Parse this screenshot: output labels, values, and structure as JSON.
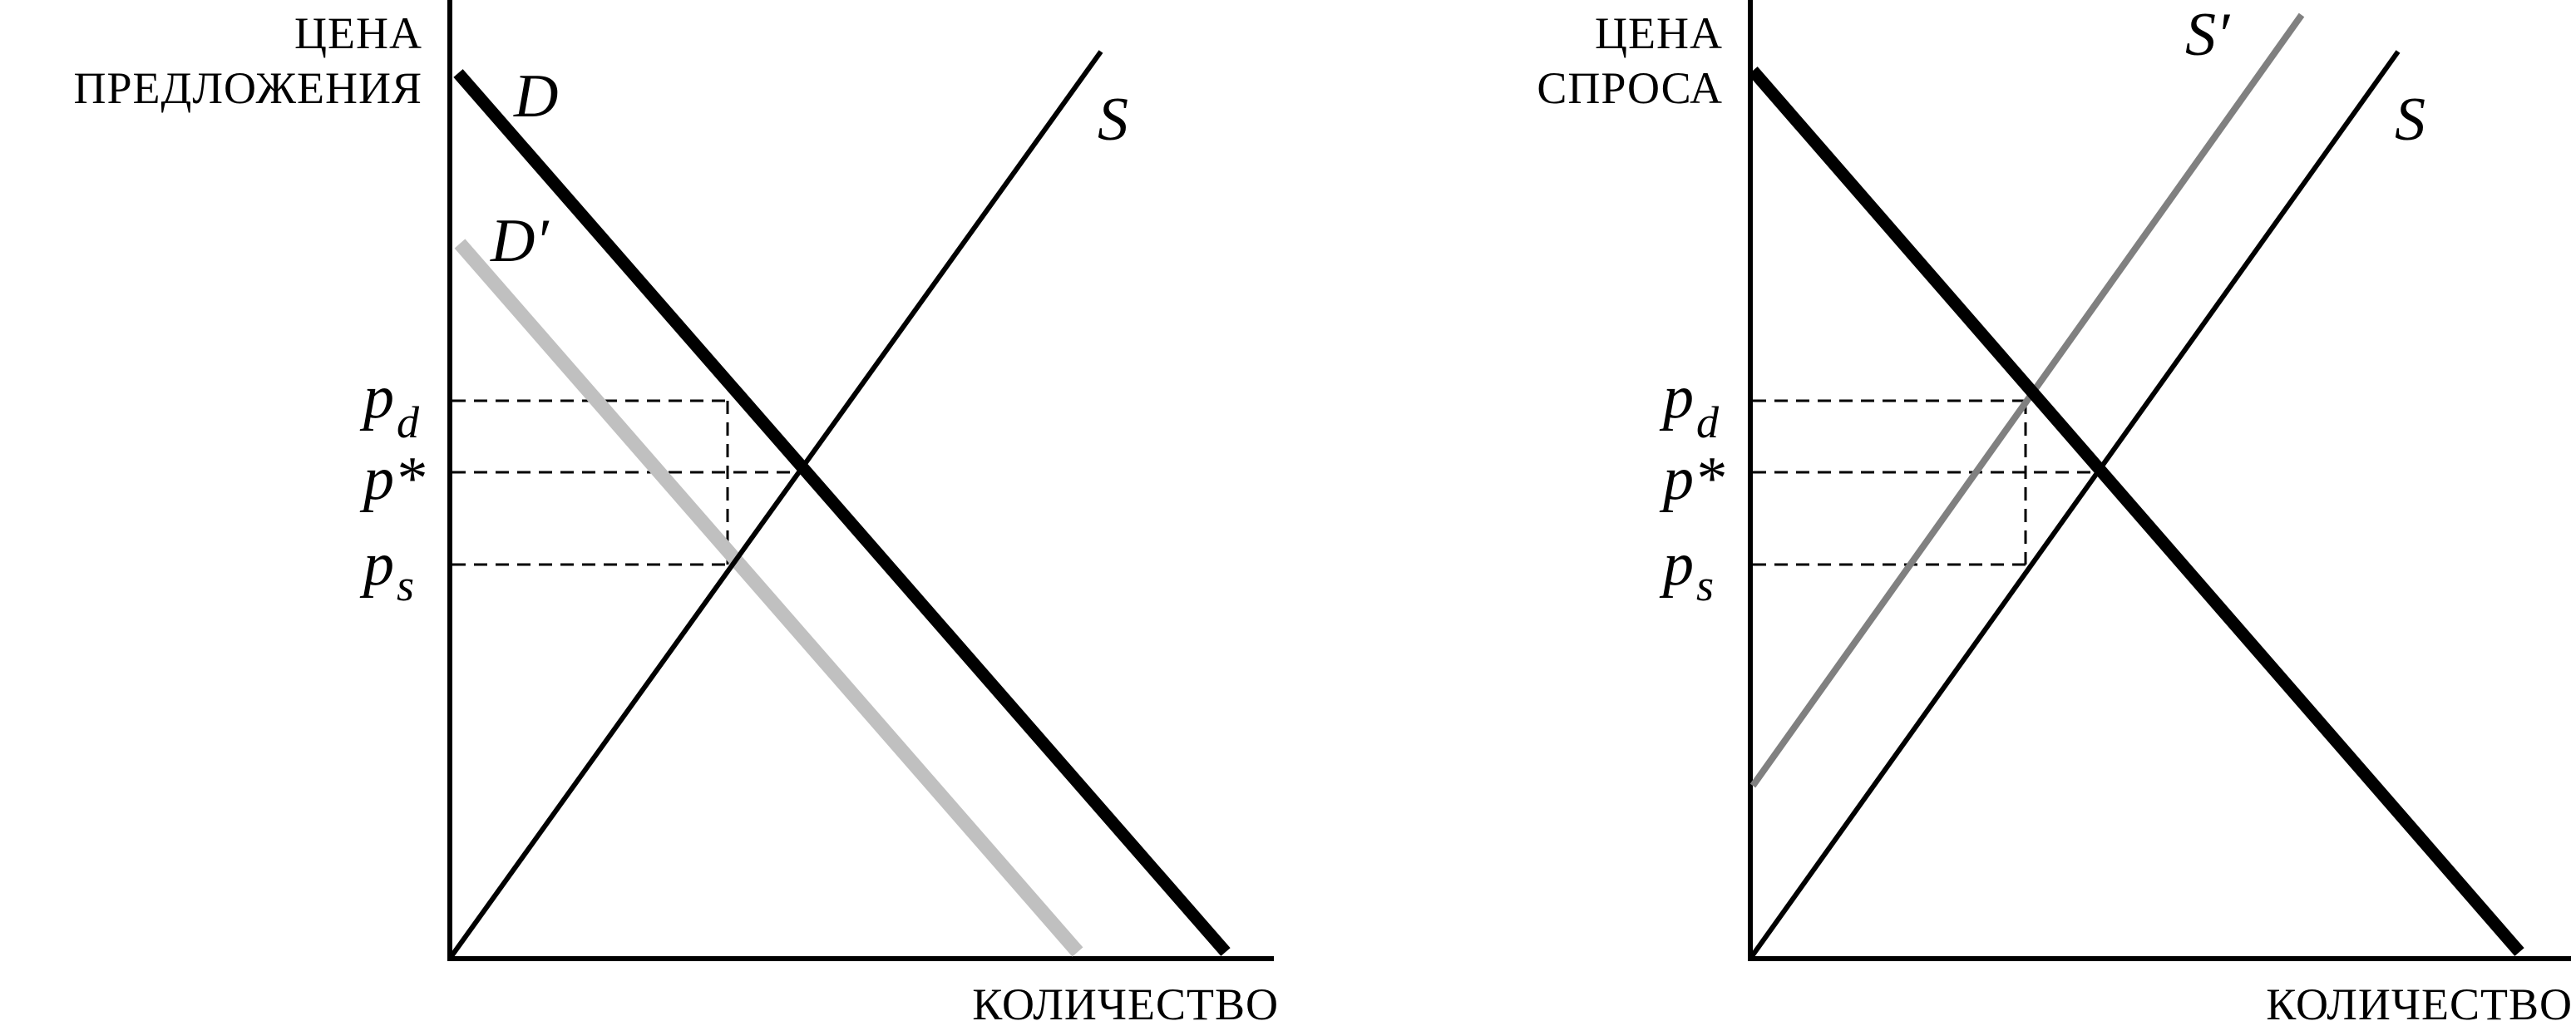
{
  "left_panel": {
    "y_axis_line1": "ЦЕНА",
    "y_axis_line2": "ПРЕДЛОЖЕНИЯ",
    "x_axis": "КОЛИЧЕСТВО",
    "curve_demand": "D",
    "curve_demand_shifted": "D′",
    "curve_supply": "S",
    "price_pd": "p",
    "price_pd_sub": "d",
    "price_eq": "p*",
    "price_ps": "p",
    "price_ps_sub": "s"
  },
  "right_panel": {
    "y_axis_line1": "ЦЕНА",
    "y_axis_line2": "СПРОСА",
    "x_axis": "КОЛИЧЕСТВО",
    "curve_supply": "S",
    "curve_supply_shifted": "S′",
    "price_pd": "p",
    "price_pd_sub": "d",
    "price_eq": "p*",
    "price_ps": "p",
    "price_ps_sub": "s"
  },
  "colors": {
    "axis": "#000000",
    "demand": "#000000",
    "supply": "#000000",
    "demand_shifted": "#c0c0c0",
    "supply_shifted": "#808080",
    "guides": "#000000"
  }
}
